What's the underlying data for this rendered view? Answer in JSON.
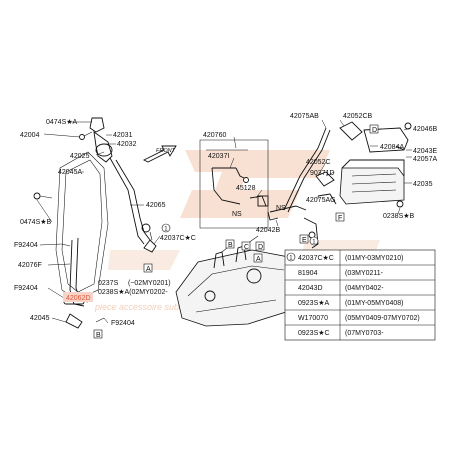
{
  "labels": {
    "l0474sA": "0474S★A",
    "l42004": "42004",
    "l42031": "42031",
    "l42032": "42032",
    "l42025": "42025",
    "l42045A": "42045A",
    "l420760": "420760",
    "l42037I": "42037I",
    "l45128": "45128",
    "l42075AB": "42075AB",
    "l42052CB": "42052CB",
    "l42046B": "42046B",
    "l42043E": "42043E",
    "l42057A": "42057A",
    "l42084A": "42084A",
    "l42052C": "42052C",
    "l90371D": "90371D",
    "l42035": "42035",
    "l42065": "42065",
    "l0474sB": "0474S★B",
    "lF92404a": "F92404",
    "l42076F": "42076F",
    "lF92404b": "F92404",
    "l42062D": "42062D",
    "l42045": "42045",
    "lF92404c": "F92404",
    "l0237s": "0237S",
    "l0238sA": "0238S★A(02MY0202-",
    "l02MY0201": "(~02MY0201)",
    "l42037C": "42037C★C",
    "l42075AG": "42075AG",
    "l42042B": "42042B",
    "l0238sB": "0238S★B",
    "lNS1": "NS",
    "lNS2": "NS",
    "front": "FRONT",
    "circle1a": "1",
    "circle1b": "1",
    "boxA1": "A",
    "boxA2": "A",
    "boxB1": "B",
    "boxB2": "B",
    "boxC": "C",
    "boxD1": "D",
    "boxD2": "D",
    "boxE": "E",
    "boxF": "F",
    "watermark_sub": "piece accessoire subaru"
  },
  "table": {
    "rows": [
      {
        "part": "42037C★C",
        "range": "(01MY-03MY0210)"
      },
      {
        "part": "81904",
        "range": "(03MY0211-"
      },
      {
        "part": "42043D",
        "range": "(04MY0402-"
      },
      {
        "part": "0923S★A",
        "range": "(01MY-05MY0408)"
      },
      {
        "part": "W170070",
        "range": "(05MY0409-07MY0702)"
      },
      {
        "part": "0923S★C",
        "range": "(07MY0703-"
      }
    ],
    "circle_marker": "1"
  },
  "colors": {
    "line": "#111111",
    "watermark": "#f3c9ae",
    "highlight": "#e05a3a",
    "background": "#ffffff"
  }
}
